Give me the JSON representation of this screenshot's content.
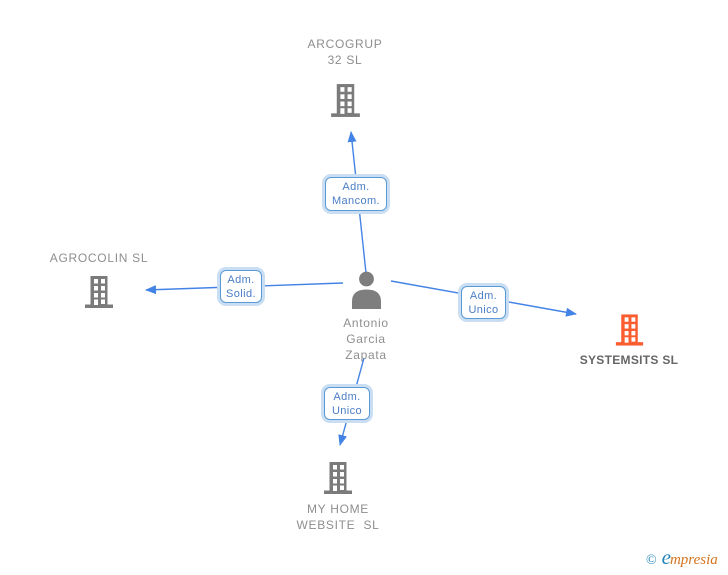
{
  "nodes": {
    "person": {
      "label": "Antonio\nGarcia\nZapata",
      "icon": "person-icon"
    },
    "arcogrup": {
      "label": "ARCOGRUP\n32 SL",
      "icon": "building-icon",
      "color": "#7b7b7b"
    },
    "agrocolin": {
      "label": "AGROCOLIN SL",
      "icon": "building-icon",
      "color": "#7b7b7b"
    },
    "systemsits": {
      "label": "SYSTEMSITS SL",
      "icon": "building-icon",
      "color": "#fb5c30",
      "highlighted": true
    },
    "myhome": {
      "label": "MY HOME\nWEBSITE  SL",
      "icon": "building-icon",
      "color": "#7b7b7b"
    }
  },
  "edges": {
    "to_arcogrup": {
      "label": "Adm.\nMancom.",
      "from": "person",
      "to": "arcogrup"
    },
    "to_agrocolin": {
      "label": "Adm.\nSolid.",
      "from": "person",
      "to": "agrocolin"
    },
    "to_systemsits": {
      "label": "Adm.\nUnico",
      "from": "person",
      "to": "systemsits"
    },
    "to_myhome": {
      "label": "Adm.\nUnico",
      "from": "person",
      "to": "myhome"
    }
  },
  "colors": {
    "edge_blue": "#4383e6",
    "edge_label_border": "#5b9bd5",
    "edge_label_glow": "#c9def2",
    "edge_label_text": "#4a7dc6",
    "node_text_gray": "#8e8e8e",
    "icon_gray": "#7b7b7b",
    "highlight_orange": "#fb5c30",
    "highlight_text": "#666666",
    "logo_blue": "#2386b8",
    "logo_orange": "#d4741f"
  },
  "logo": {
    "copyright": "©",
    "initial": "e",
    "rest": "mpresia"
  }
}
